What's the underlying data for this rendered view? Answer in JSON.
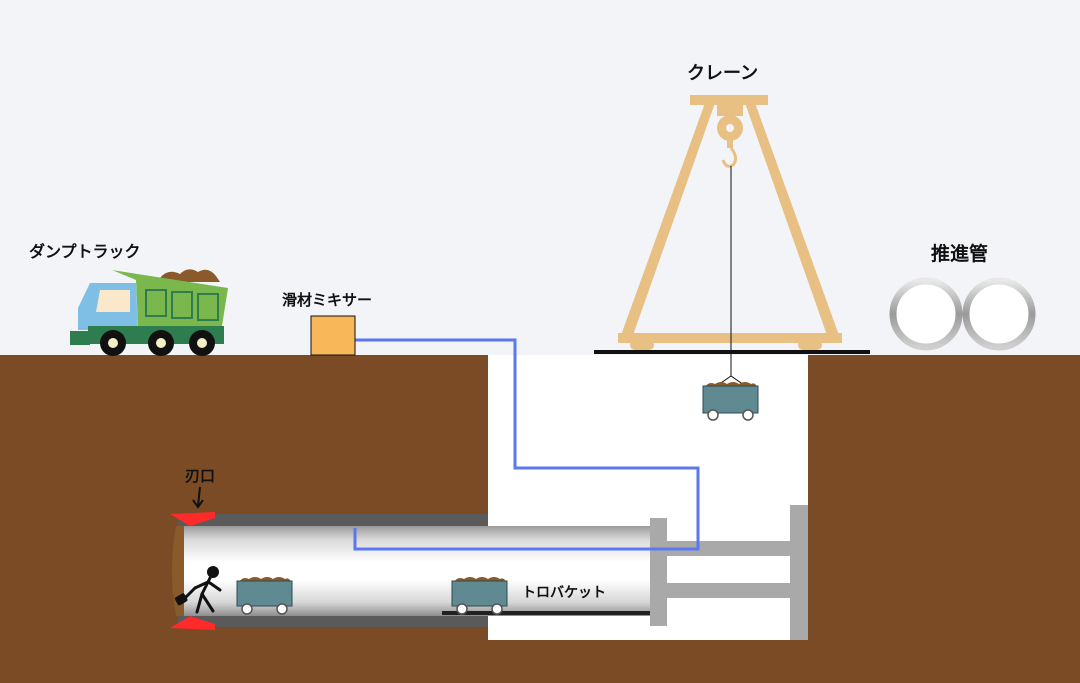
{
  "labels": {
    "dump_truck": "ダンプトラック",
    "mixer": "滑材ミキサー",
    "crane": "クレーン",
    "pipes": "推進管",
    "cutting_edge": "刃口",
    "muck_bucket": "トロバケット"
  },
  "colors": {
    "sky": "#f3f4f8",
    "ground": "#7a4b24",
    "shaft": "#ffffff",
    "crane": "#e8c084",
    "pipe_line": "#5a78f0",
    "mixer": "#f8b85a",
    "truck_cab": "#7fbfe6",
    "truck_bed": "#7ab84e",
    "truck_chassis": "#2e7d4f",
    "cart": "#5f8a92",
    "muck": "#8b5a2b",
    "cutter": "#ff2a2a",
    "frame": "#a9a9a9"
  },
  "icons": [
    "dump-truck-icon",
    "crane-hook-icon",
    "worker-icon",
    "muck-cart-icon",
    "arrow-down-icon"
  ]
}
